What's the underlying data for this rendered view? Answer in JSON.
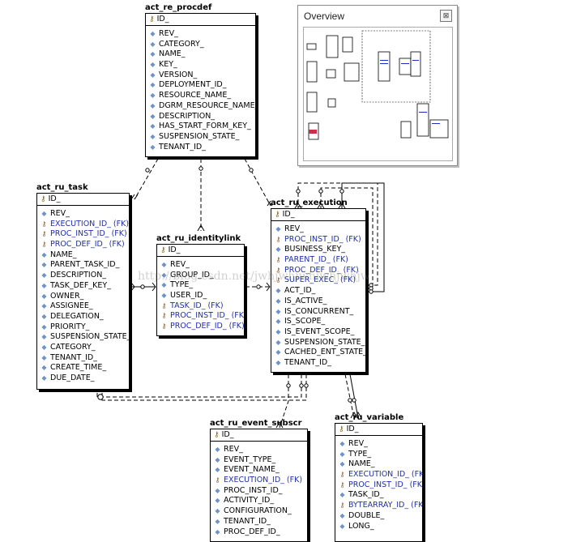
{
  "entities": {
    "procdef": {
      "name": "act_re_procdef",
      "pk": "ID_",
      "columns": [
        {
          "name": "REV_",
          "fk": false
        },
        {
          "name": "CATEGORY_",
          "fk": false
        },
        {
          "name": "NAME_",
          "fk": false
        },
        {
          "name": "KEY_",
          "fk": false
        },
        {
          "name": "VERSION_",
          "fk": false
        },
        {
          "name": "DEPLOYMENT_ID_",
          "fk": false
        },
        {
          "name": "RESOURCE_NAME_",
          "fk": false
        },
        {
          "name": "DGRM_RESOURCE_NAME_",
          "fk": false
        },
        {
          "name": "DESCRIPTION_",
          "fk": false
        },
        {
          "name": "HAS_START_FORM_KEY_",
          "fk": false
        },
        {
          "name": "SUSPENSION_STATE_",
          "fk": false
        },
        {
          "name": "TENANT_ID_",
          "fk": false
        }
      ]
    },
    "task": {
      "name": "act_ru_task",
      "pk": "ID_",
      "columns": [
        {
          "name": "REV_",
          "fk": false
        },
        {
          "name": "EXECUTION_ID_ (FK)",
          "fk": true
        },
        {
          "name": "PROC_INST_ID_ (FK)",
          "fk": true
        },
        {
          "name": "PROC_DEF_ID_ (FK)",
          "fk": true
        },
        {
          "name": "NAME_",
          "fk": false
        },
        {
          "name": "PARENT_TASK_ID_",
          "fk": false
        },
        {
          "name": "DESCRIPTION_",
          "fk": false
        },
        {
          "name": "TASK_DEF_KEY_",
          "fk": false
        },
        {
          "name": "OWNER_",
          "fk": false
        },
        {
          "name": "ASSIGNEE_",
          "fk": false
        },
        {
          "name": "DELEGATION_",
          "fk": false
        },
        {
          "name": "PRIORITY_",
          "fk": false
        },
        {
          "name": "SUSPENSION_STATE_",
          "fk": false
        },
        {
          "name": "CATEGORY_",
          "fk": false
        },
        {
          "name": "TENANT_ID_",
          "fk": false
        },
        {
          "name": "CREATE_TIME_",
          "fk": false
        },
        {
          "name": "DUE_DATE_",
          "fk": false
        }
      ]
    },
    "identitylink": {
      "name": "act_ru_identitylink",
      "pk": "ID_",
      "columns": [
        {
          "name": "REV_",
          "fk": false
        },
        {
          "name": "GROUP_ID_",
          "fk": false
        },
        {
          "name": "TYPE_",
          "fk": false
        },
        {
          "name": "USER_ID_",
          "fk": false
        },
        {
          "name": "TASK_ID_ (FK)",
          "fk": true
        },
        {
          "name": "PROC_INST_ID_ (FK)",
          "fk": true
        },
        {
          "name": "PROC_DEF_ID_ (FK)",
          "fk": true
        }
      ]
    },
    "execution": {
      "name": "act_ru_execution",
      "pk": "ID_",
      "columns": [
        {
          "name": "REV_",
          "fk": false
        },
        {
          "name": "PROC_INST_ID_ (FK)",
          "fk": true
        },
        {
          "name": "BUSINESS_KEY_",
          "fk": false
        },
        {
          "name": "PARENT_ID_ (FK)",
          "fk": true
        },
        {
          "name": "PROC_DEF_ID_ (FK)",
          "fk": true
        },
        {
          "name": "SUPER_EXEC_ (FK)",
          "fk": true
        },
        {
          "name": "ACT_ID_",
          "fk": false
        },
        {
          "name": "IS_ACTIVE_",
          "fk": false
        },
        {
          "name": "IS_CONCURRENT_",
          "fk": false
        },
        {
          "name": "IS_SCOPE_",
          "fk": false
        },
        {
          "name": "IS_EVENT_SCOPE_",
          "fk": false
        },
        {
          "name": "SUSPENSION_STATE_",
          "fk": false
        },
        {
          "name": "CACHED_ENT_STATE_",
          "fk": false
        },
        {
          "name": "TENANT_ID_",
          "fk": false
        }
      ]
    },
    "eventsubscr": {
      "name": "act_ru_event_subscr",
      "pk": "ID_",
      "columns": [
        {
          "name": "REV_",
          "fk": false
        },
        {
          "name": "EVENT_TYPE_",
          "fk": false
        },
        {
          "name": "EVENT_NAME_",
          "fk": false
        },
        {
          "name": "EXECUTION_ID_ (FK)",
          "fk": true
        },
        {
          "name": "PROC_INST_ID_",
          "fk": false
        },
        {
          "name": "ACTIVITY_ID_",
          "fk": false
        },
        {
          "name": "CONFIGURATION_",
          "fk": false
        },
        {
          "name": "TENANT_ID_",
          "fk": false
        },
        {
          "name": "PROC_DEF_ID_",
          "fk": false
        }
      ]
    },
    "variable": {
      "name": "act_ru_variable",
      "pk": "ID_",
      "columns": [
        {
          "name": "REV_",
          "fk": false
        },
        {
          "name": "TYPE_",
          "fk": false
        },
        {
          "name": "NAME_",
          "fk": false
        },
        {
          "name": "EXECUTION_ID_ (FK)",
          "fk": true
        },
        {
          "name": "PROC_INST_ID_ (FK)",
          "fk": true
        },
        {
          "name": "TASK_ID_",
          "fk": false
        },
        {
          "name": "BYTEARRAY_ID_ (FK)",
          "fk": true
        },
        {
          "name": "DOUBLE_",
          "fk": false
        },
        {
          "name": "LONG_",
          "fk": false
        }
      ]
    }
  },
  "overview": {
    "title": "Overview",
    "close_glyph": "⊠"
  },
  "watermark": "http://blog.csdn.net/jwhjwhjwhjwhjwhjw",
  "icons": {
    "pk": "key-icon",
    "column": "column-icon",
    "fk_column": "fk-column-icon"
  },
  "colors": {
    "fk_text": "#1f2fa8",
    "line": "#000000",
    "background": "#ffffff"
  }
}
